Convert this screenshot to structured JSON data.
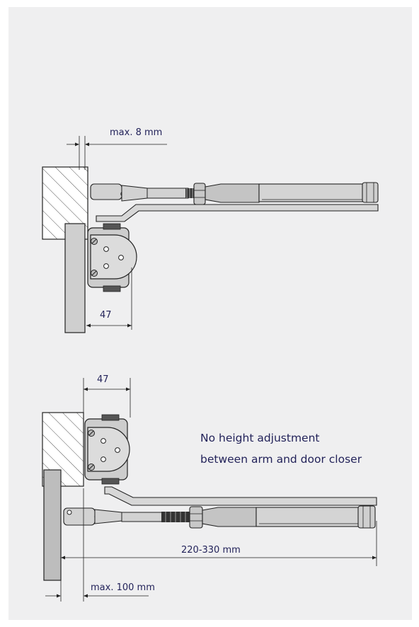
{
  "dimensions": {
    "top_gap": "max. 8 mm",
    "top_width": "47",
    "bottom_width": "47",
    "arm_length": "220-330 mm",
    "bottom_gap": "max. 100 mm"
  },
  "note": {
    "line1": "No height adjustment",
    "line2": "between arm and door closer"
  },
  "colors": {
    "panel_background": "#efeff0",
    "label_text": "#23235a",
    "metal_light": "#d2d2d2",
    "metal_mid": "#c4c4c4",
    "line": "#222222"
  }
}
